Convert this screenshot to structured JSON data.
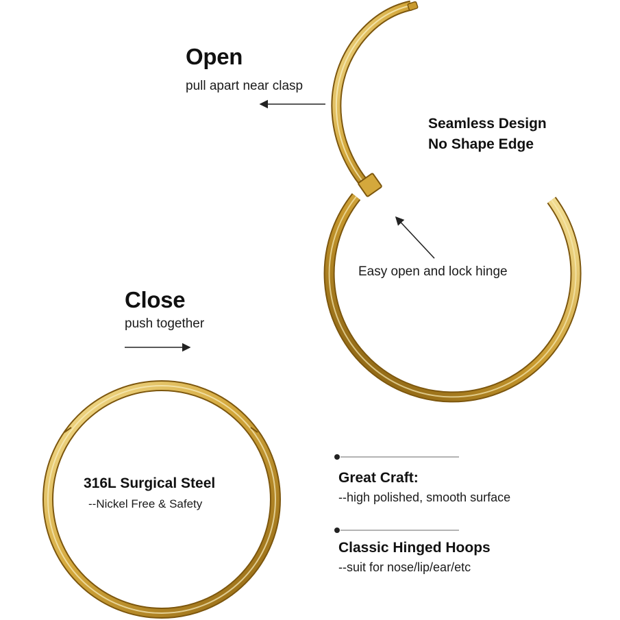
{
  "open": {
    "title": "Open",
    "subtitle": "pull apart near clasp"
  },
  "seamless": {
    "line1": "Seamless Design",
    "line2": "No Shape Edge"
  },
  "hinge": {
    "label": "Easy open and lock hinge"
  },
  "close": {
    "title": "Close",
    "subtitle": "push together"
  },
  "material": {
    "title": "316L Surgical Steel",
    "subtitle": "--Nickel Free & Safety"
  },
  "features": [
    {
      "title": "Great Craft:",
      "subtitle": "--high polished, smooth surface"
    },
    {
      "title": "Classic Hinged Hoops",
      "subtitle": "--suit for nose/lip/ear/etc"
    }
  ],
  "colors": {
    "gold_light": "#f3dc8a",
    "gold_mid": "#d6a93a",
    "gold_dark": "#8f6411",
    "text": "#111111",
    "rule": "#9a9a9a"
  }
}
